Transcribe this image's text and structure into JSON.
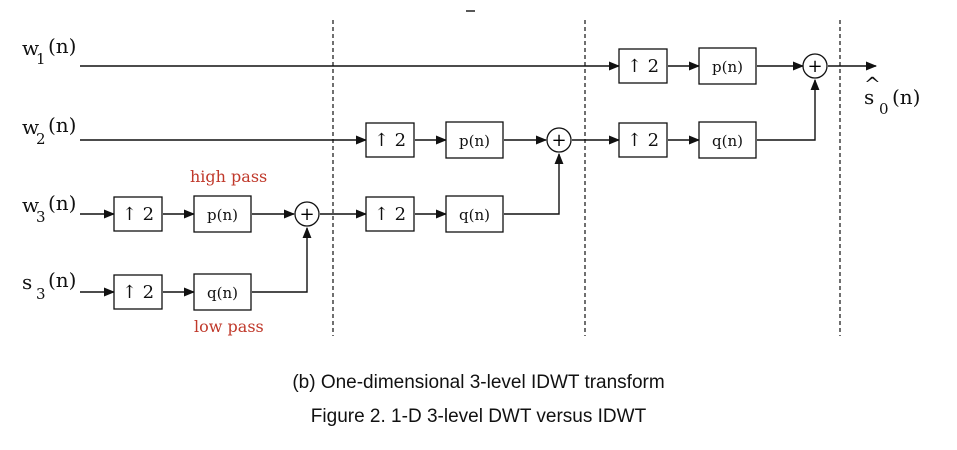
{
  "inputs": {
    "w1": {
      "base": "w",
      "sub": "1",
      "arg": "(n)"
    },
    "w2": {
      "base": "w",
      "sub": "2",
      "arg": "(n)"
    },
    "w3": {
      "base": "w",
      "sub": "3",
      "arg": "(n)"
    },
    "s3": {
      "base": "s",
      "sub": "3",
      "arg": "(n)"
    }
  },
  "output": {
    "base": "s",
    "hat": "^",
    "sub": "0",
    "arg": "(n)"
  },
  "blocks": {
    "upsample_factor": "2",
    "upsample_arrow": "↑",
    "high_filter": "p(n)",
    "low_filter": "q(n)",
    "adder_symbol": "+"
  },
  "annotations": {
    "high_pass": "high pass",
    "low_pass": "low pass",
    "color": "#c0392b"
  },
  "captions": {
    "subtitle": "(b)  One-dimensional 3-level IDWT transform",
    "figure": "Figure 2. 1-D 3-level DWT versus IDWT"
  }
}
